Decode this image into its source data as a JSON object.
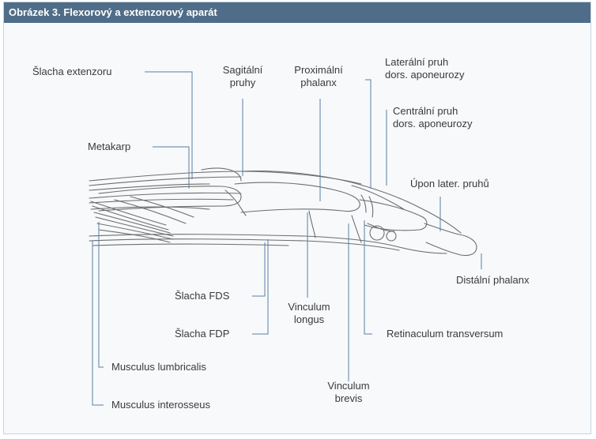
{
  "figure": {
    "title": "Obrázek 3. Flexorový a extenzorový aparát",
    "colors": {
      "header": "#4f6d88",
      "line": "#5b7fa5",
      "stroke": "#6e6e6e",
      "text": "#3a3a3a"
    }
  },
  "labels": {
    "slacha_extenzoru": "Šlacha extenzoru",
    "sagitalni_1": "Sagitální",
    "sagitalni_2": "pruhy",
    "proximalni_1": "Proximální",
    "proximalni_2": "phalanx",
    "lateralni_1": "Laterální pruh",
    "lateralni_2": "dors. aponeurozy",
    "centralni_1": "Centrální pruh",
    "centralni_2": "dors. aponeurozy",
    "metakarp": "Metakarp",
    "upon": "Úpon later. pruhů",
    "distalni": "Distální phalanx",
    "fds": "Šlacha FDS",
    "fdp": "Šlacha FDP",
    "vinculum_longus_1": "Vinculum",
    "vinculum_longus_2": "longus",
    "retinaculum": "Retinaculum transversum",
    "lumbricalis": "Musculus lumbricalis",
    "vinculum_brevis_1": "Vinculum",
    "vinculum_brevis_2": "brevis",
    "interosseus": "Musculus interosseus"
  }
}
